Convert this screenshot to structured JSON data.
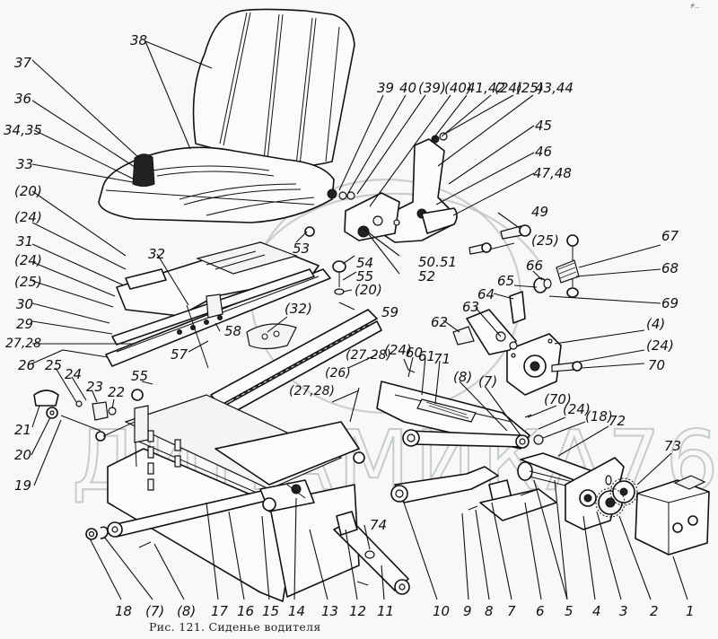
{
  "figure": {
    "caption": "Рис. 121. Сиденье водителя",
    "corner_mark": "Р...",
    "watermark": "ДИНАМИКА76"
  },
  "callouts": {
    "top": [
      "39",
      "40",
      "(39)",
      "(40)",
      "41,42",
      "(24)",
      "(25)",
      "43,44"
    ],
    "left": [
      "37",
      "36",
      "34,35",
      "33",
      "(20)",
      "(24)",
      "31",
      "(24)",
      "(25)",
      "30",
      "29",
      "27,28",
      "26"
    ],
    "seat": "38",
    "right_upper": [
      "45",
      "46",
      "47,48",
      "49",
      "(25)",
      "67",
      "68",
      "66",
      "65",
      "69",
      "64",
      "63",
      "62",
      "(4)",
      "(24)",
      "70"
    ],
    "middle": [
      "50.51",
      "52",
      "53",
      "54",
      "55",
      "(20)",
      "59",
      "32",
      "(32)",
      "58",
      "57",
      "(27,28)",
      "(26)",
      "(27,28)",
      "(24)",
      "60",
      "61",
      "71",
      "(8)",
      "(7)",
      "(70)",
      "(24)",
      "(18)",
      "72",
      "73",
      "74"
    ],
    "left_lower": [
      "25",
      "24",
      "23",
      "22",
      "55",
      "21",
      "20",
      "19"
    ],
    "bottom": [
      "18",
      "(7)",
      "(8)",
      "17",
      "16",
      "15",
      "14",
      "13",
      "12",
      "11",
      "10",
      "9",
      "8",
      "7",
      "6",
      "5",
      "4",
      "3",
      "2",
      "1"
    ]
  },
  "colors": {
    "background": "#f7f9f7",
    "ink": "#111111",
    "watermark": "#b5b9b5"
  }
}
